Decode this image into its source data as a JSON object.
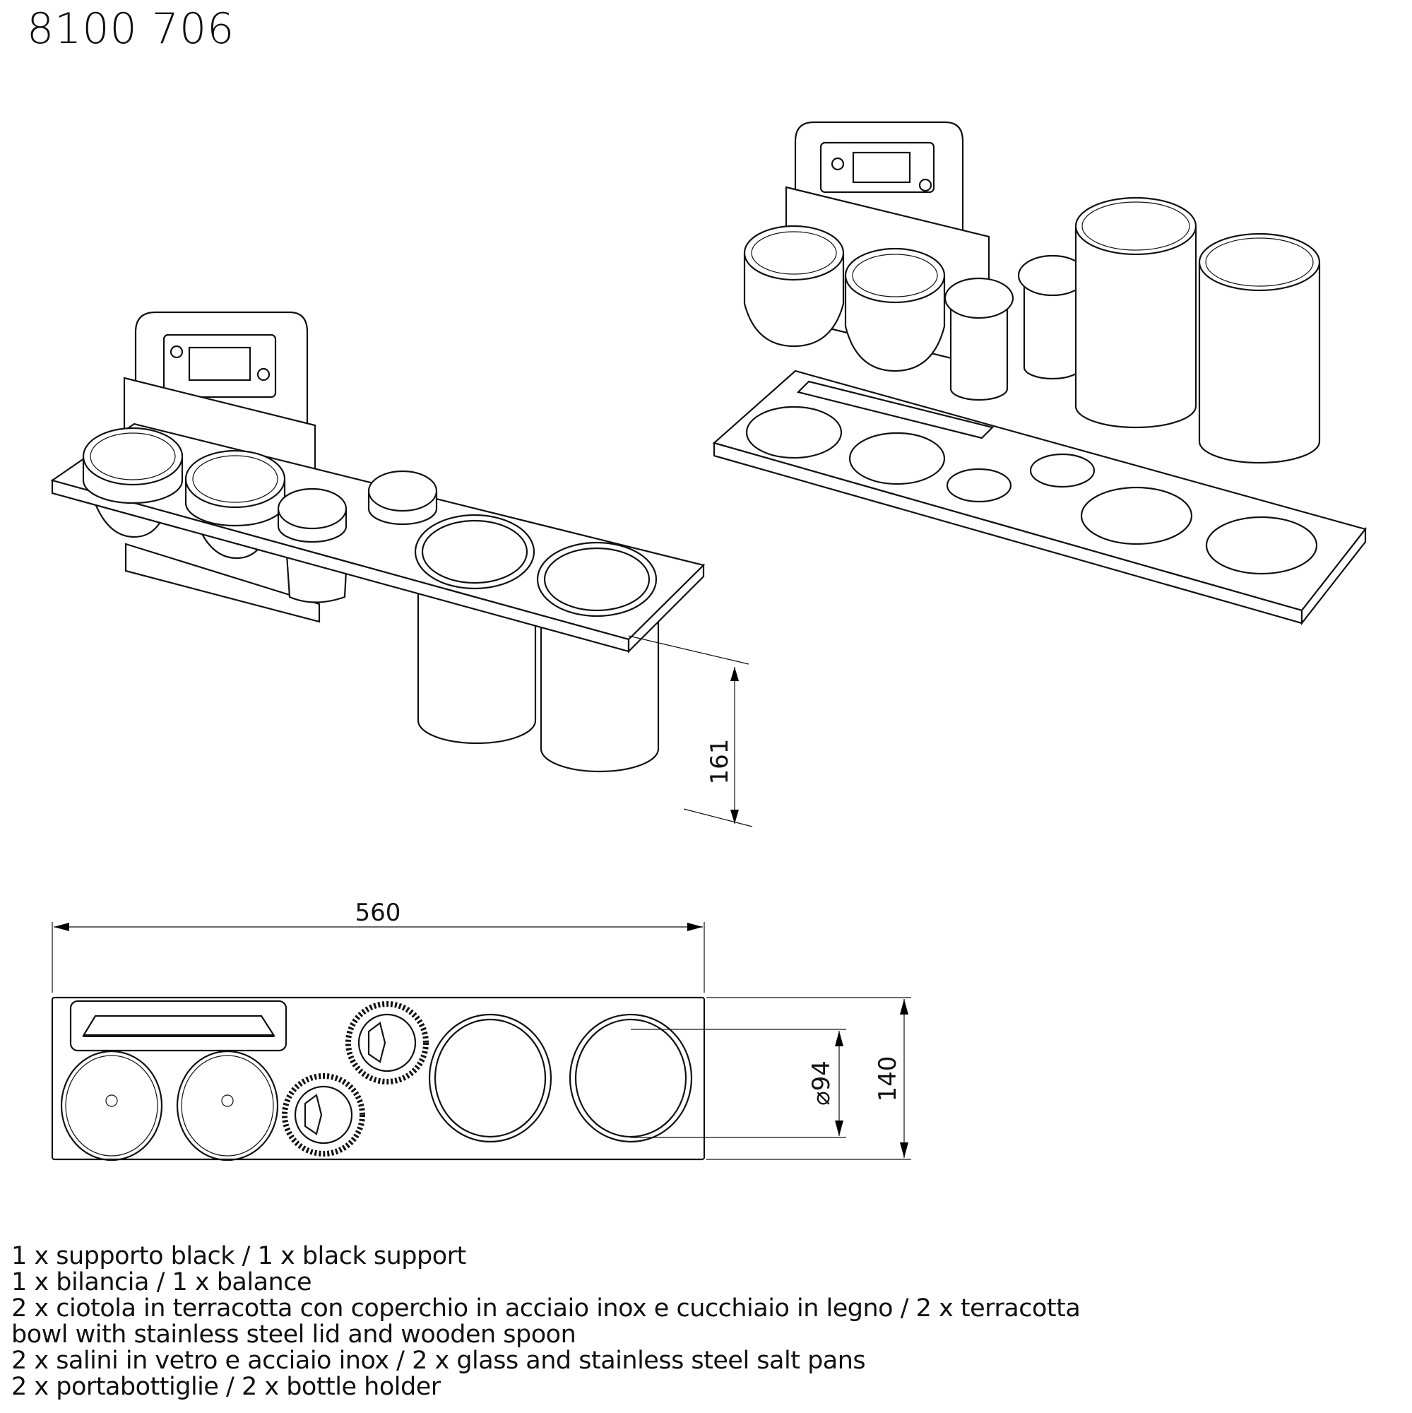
{
  "title": "8100 706",
  "dimensions": {
    "width": "560",
    "depth": "140",
    "hole_diameter": "⌀94",
    "height": "161"
  },
  "parts_list": [
    "1 x supporto black / 1 x black support",
    "1 x bilancia / 1 x balance",
    "2 x ciotola in terracotta con coperchio in acciaio inox e cucchiaio in legno / 2 x terracotta",
    "bowl with stainless steel lid and wooden spoon",
    "2 x salini in vetro e acciaio inox / 2 x glass and stainless steel salt pans",
    "2 x portabottiglie / 2 x bottle holder"
  ]
}
